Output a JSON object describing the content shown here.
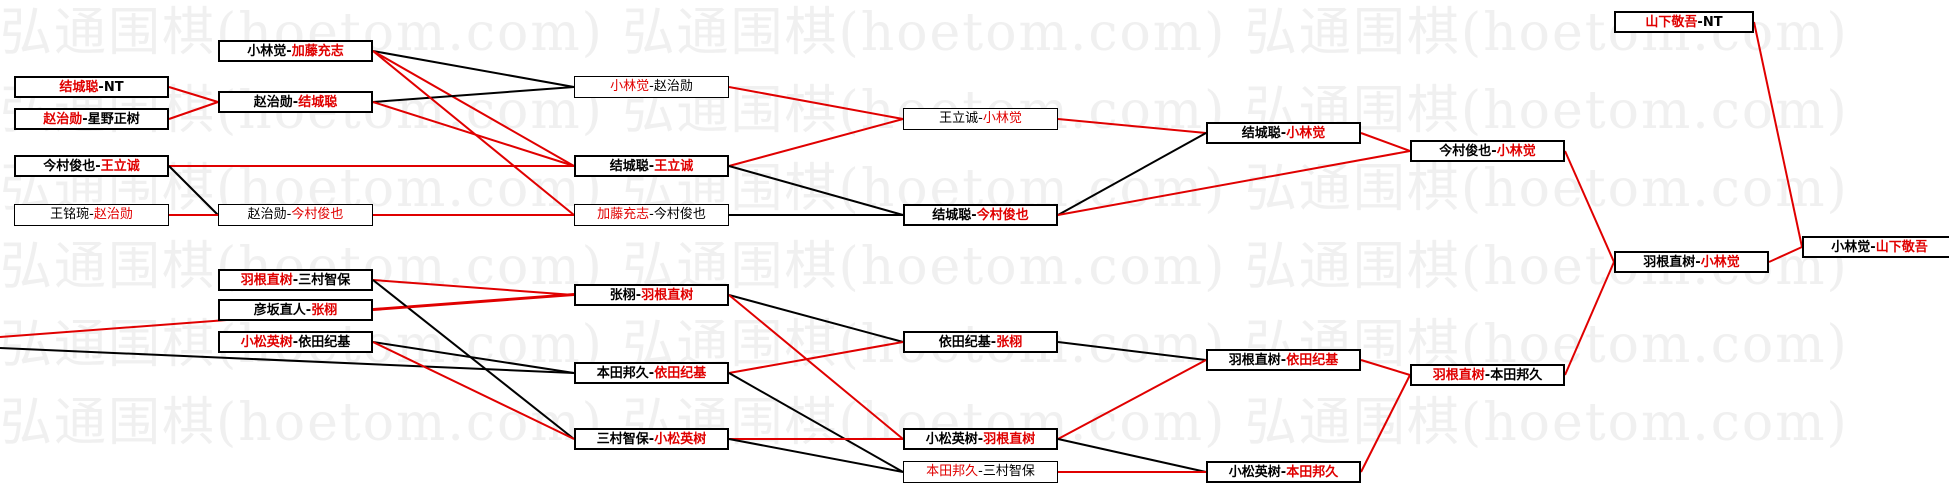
{
  "watermark": "弘通围棋(hoetom.com)",
  "matches": [
    {
      "id": "a1",
      "a": "小林觉",
      "b": "加藤充志",
      "winner": "b"
    },
    {
      "id": "a2",
      "a": "结城聪",
      "b": "NT",
      "winner": "a"
    },
    {
      "id": "a3",
      "a": "赵治勋",
      "b": "结城聪",
      "winner": "b"
    },
    {
      "id": "a4",
      "a": "赵治勋",
      "b": "星野正树",
      "winner": "a"
    },
    {
      "id": "a5",
      "a": "今村俊也",
      "b": "王立诚",
      "winner": "b"
    },
    {
      "id": "a6",
      "a": "王铭琬",
      "b": "赵治勋",
      "winner": "b"
    },
    {
      "id": "a7",
      "a": "赵治勋",
      "b": "今村俊也",
      "winner": "b"
    },
    {
      "id": "a8",
      "a": "羽根直树",
      "b": "三村智保",
      "winner": "a"
    },
    {
      "id": "a9",
      "a": "彦坂直人",
      "b": "张栩",
      "winner": "b"
    },
    {
      "id": "a10",
      "a": "小松英树",
      "b": "依田纪基",
      "winner": "a"
    },
    {
      "id": "b1",
      "a": "小林觉",
      "b": "赵治勋",
      "winner": "a"
    },
    {
      "id": "b2",
      "a": "结城聪",
      "b": "王立诚",
      "winner": "b"
    },
    {
      "id": "b3",
      "a": "加藤充志",
      "b": "今村俊也",
      "winner": "a"
    },
    {
      "id": "b4",
      "a": "张栩",
      "b": "羽根直树",
      "winner": "b"
    },
    {
      "id": "b5",
      "a": "本田邦久",
      "b": "依田纪基",
      "winner": "b"
    },
    {
      "id": "b6",
      "a": "三村智保",
      "b": "小松英树",
      "winner": "b"
    },
    {
      "id": "c1",
      "a": "王立诚",
      "b": "小林觉",
      "winner": "b"
    },
    {
      "id": "c2",
      "a": "结城聪",
      "b": "今村俊也",
      "winner": "b"
    },
    {
      "id": "c3",
      "a": "依田纪基",
      "b": "张栩",
      "winner": "b"
    },
    {
      "id": "c4",
      "a": "小松英树",
      "b": "羽根直树",
      "winner": "b"
    },
    {
      "id": "c5",
      "a": "本田邦久",
      "b": "三村智保",
      "winner": "a"
    },
    {
      "id": "d1",
      "a": "结城聪",
      "b": "小林觉",
      "winner": "b"
    },
    {
      "id": "d2",
      "a": "羽根直树",
      "b": "依田纪基",
      "winner": "b"
    },
    {
      "id": "d3",
      "a": "小松英树",
      "b": "本田邦久",
      "winner": "b"
    },
    {
      "id": "e1",
      "a": "今村俊也",
      "b": "小林觉",
      "winner": "b"
    },
    {
      "id": "e2",
      "a": "羽根直树",
      "b": "本田邦久",
      "winner": "a"
    },
    {
      "id": "f1",
      "a": "羽根直树",
      "b": "小林觉",
      "winner": "b"
    },
    {
      "id": "g1",
      "a": "小林觉",
      "b": "山下敬吾",
      "winner": "b"
    },
    {
      "id": "h1",
      "a": "山下敬吾",
      "b": "NT",
      "winner": "a"
    }
  ],
  "colors": {
    "win": "#e00000",
    "loss": "#000000"
  }
}
